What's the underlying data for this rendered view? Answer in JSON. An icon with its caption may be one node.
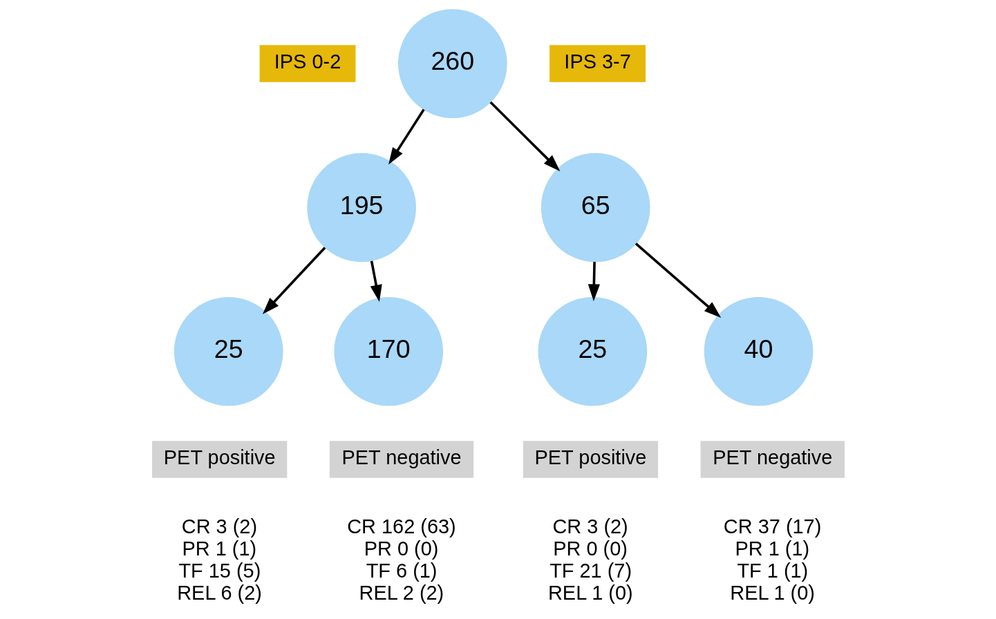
{
  "diagram": {
    "nodes": [
      {
        "text": [
          "IPS 0-2"
        ]
      },
      {
        "text": [
          "260"
        ]
      },
      {
        "text": [
          "IPS 3-7"
        ]
      },
      {
        "text": [
          "195"
        ]
      },
      {
        "text": [
          "65"
        ]
      },
      {
        "text": [
          "25"
        ]
      },
      {
        "text": [
          "170"
        ]
      },
      {
        "text": [
          "25"
        ]
      },
      {
        "text": [
          "40"
        ]
      },
      {
        "text": [
          "PET positive"
        ],
        "beside": [
          "CR 3 (2)",
          "PR 1 (1)",
          "TF 15 (5)",
          "REL 6 (2)"
        ]
      },
      {
        "text": [
          "PET negative"
        ],
        "beside": [
          "CR 162 (63)",
          "PR 0 (0)",
          "TF 6 (1)",
          "REL 2 (2)"
        ]
      },
      {
        "text": [
          "PET positive"
        ],
        "beside": [
          "CR 3 (2)",
          "PR 0 (0)",
          "TF 21 (7)",
          "REL 1 (0)"
        ]
      },
      {
        "text": [
          "PET negative"
        ],
        "beside": [
          "CR 37 (17)",
          "PR 1 (1)",
          "TF 1 (1)",
          "REL 1 (0)"
        ]
      }
    ],
    "edges": [
      {
        "from": 1,
        "to": 3,
        "arrow": "to"
      },
      {
        "from": 1,
        "to": 4,
        "arrow": "to"
      },
      {
        "from": 3,
        "to": 5,
        "arrow": "to"
      },
      {
        "from": 3,
        "to": 6,
        "arrow": "to"
      },
      {
        "from": 4,
        "to": 7,
        "arrow": "to"
      },
      {
        "from": 4,
        "to": 8,
        "arrow": "to"
      }
    ]
  }
}
